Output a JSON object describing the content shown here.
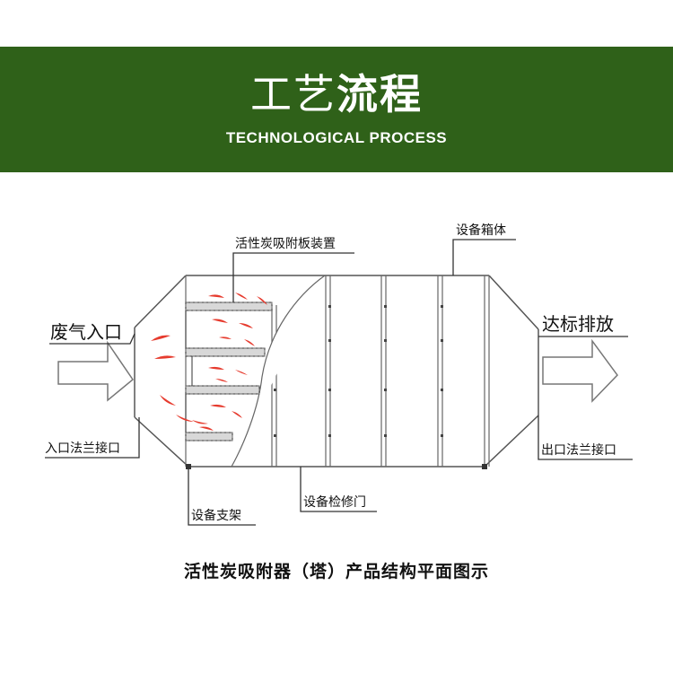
{
  "banner": {
    "title_light": "工艺",
    "title_bold": "流程",
    "subtitle": "TECHNOLOGICAL PROCESS",
    "background_color": "#2f6119"
  },
  "labels": {
    "carbon_plate": "活性炭吸附板装置",
    "housing": "设备箱体",
    "gas_inlet": "废气入口",
    "discharge": "达标排放",
    "inlet_flange": "入口法兰接口",
    "outlet_flange": "出口法兰接口",
    "support": "设备支架",
    "access_door": "设备检修门"
  },
  "caption": "活性炭吸附器（塔）产品结构平面图示",
  "colors": {
    "airflow": "#e63b2e",
    "line": "#333333"
  }
}
